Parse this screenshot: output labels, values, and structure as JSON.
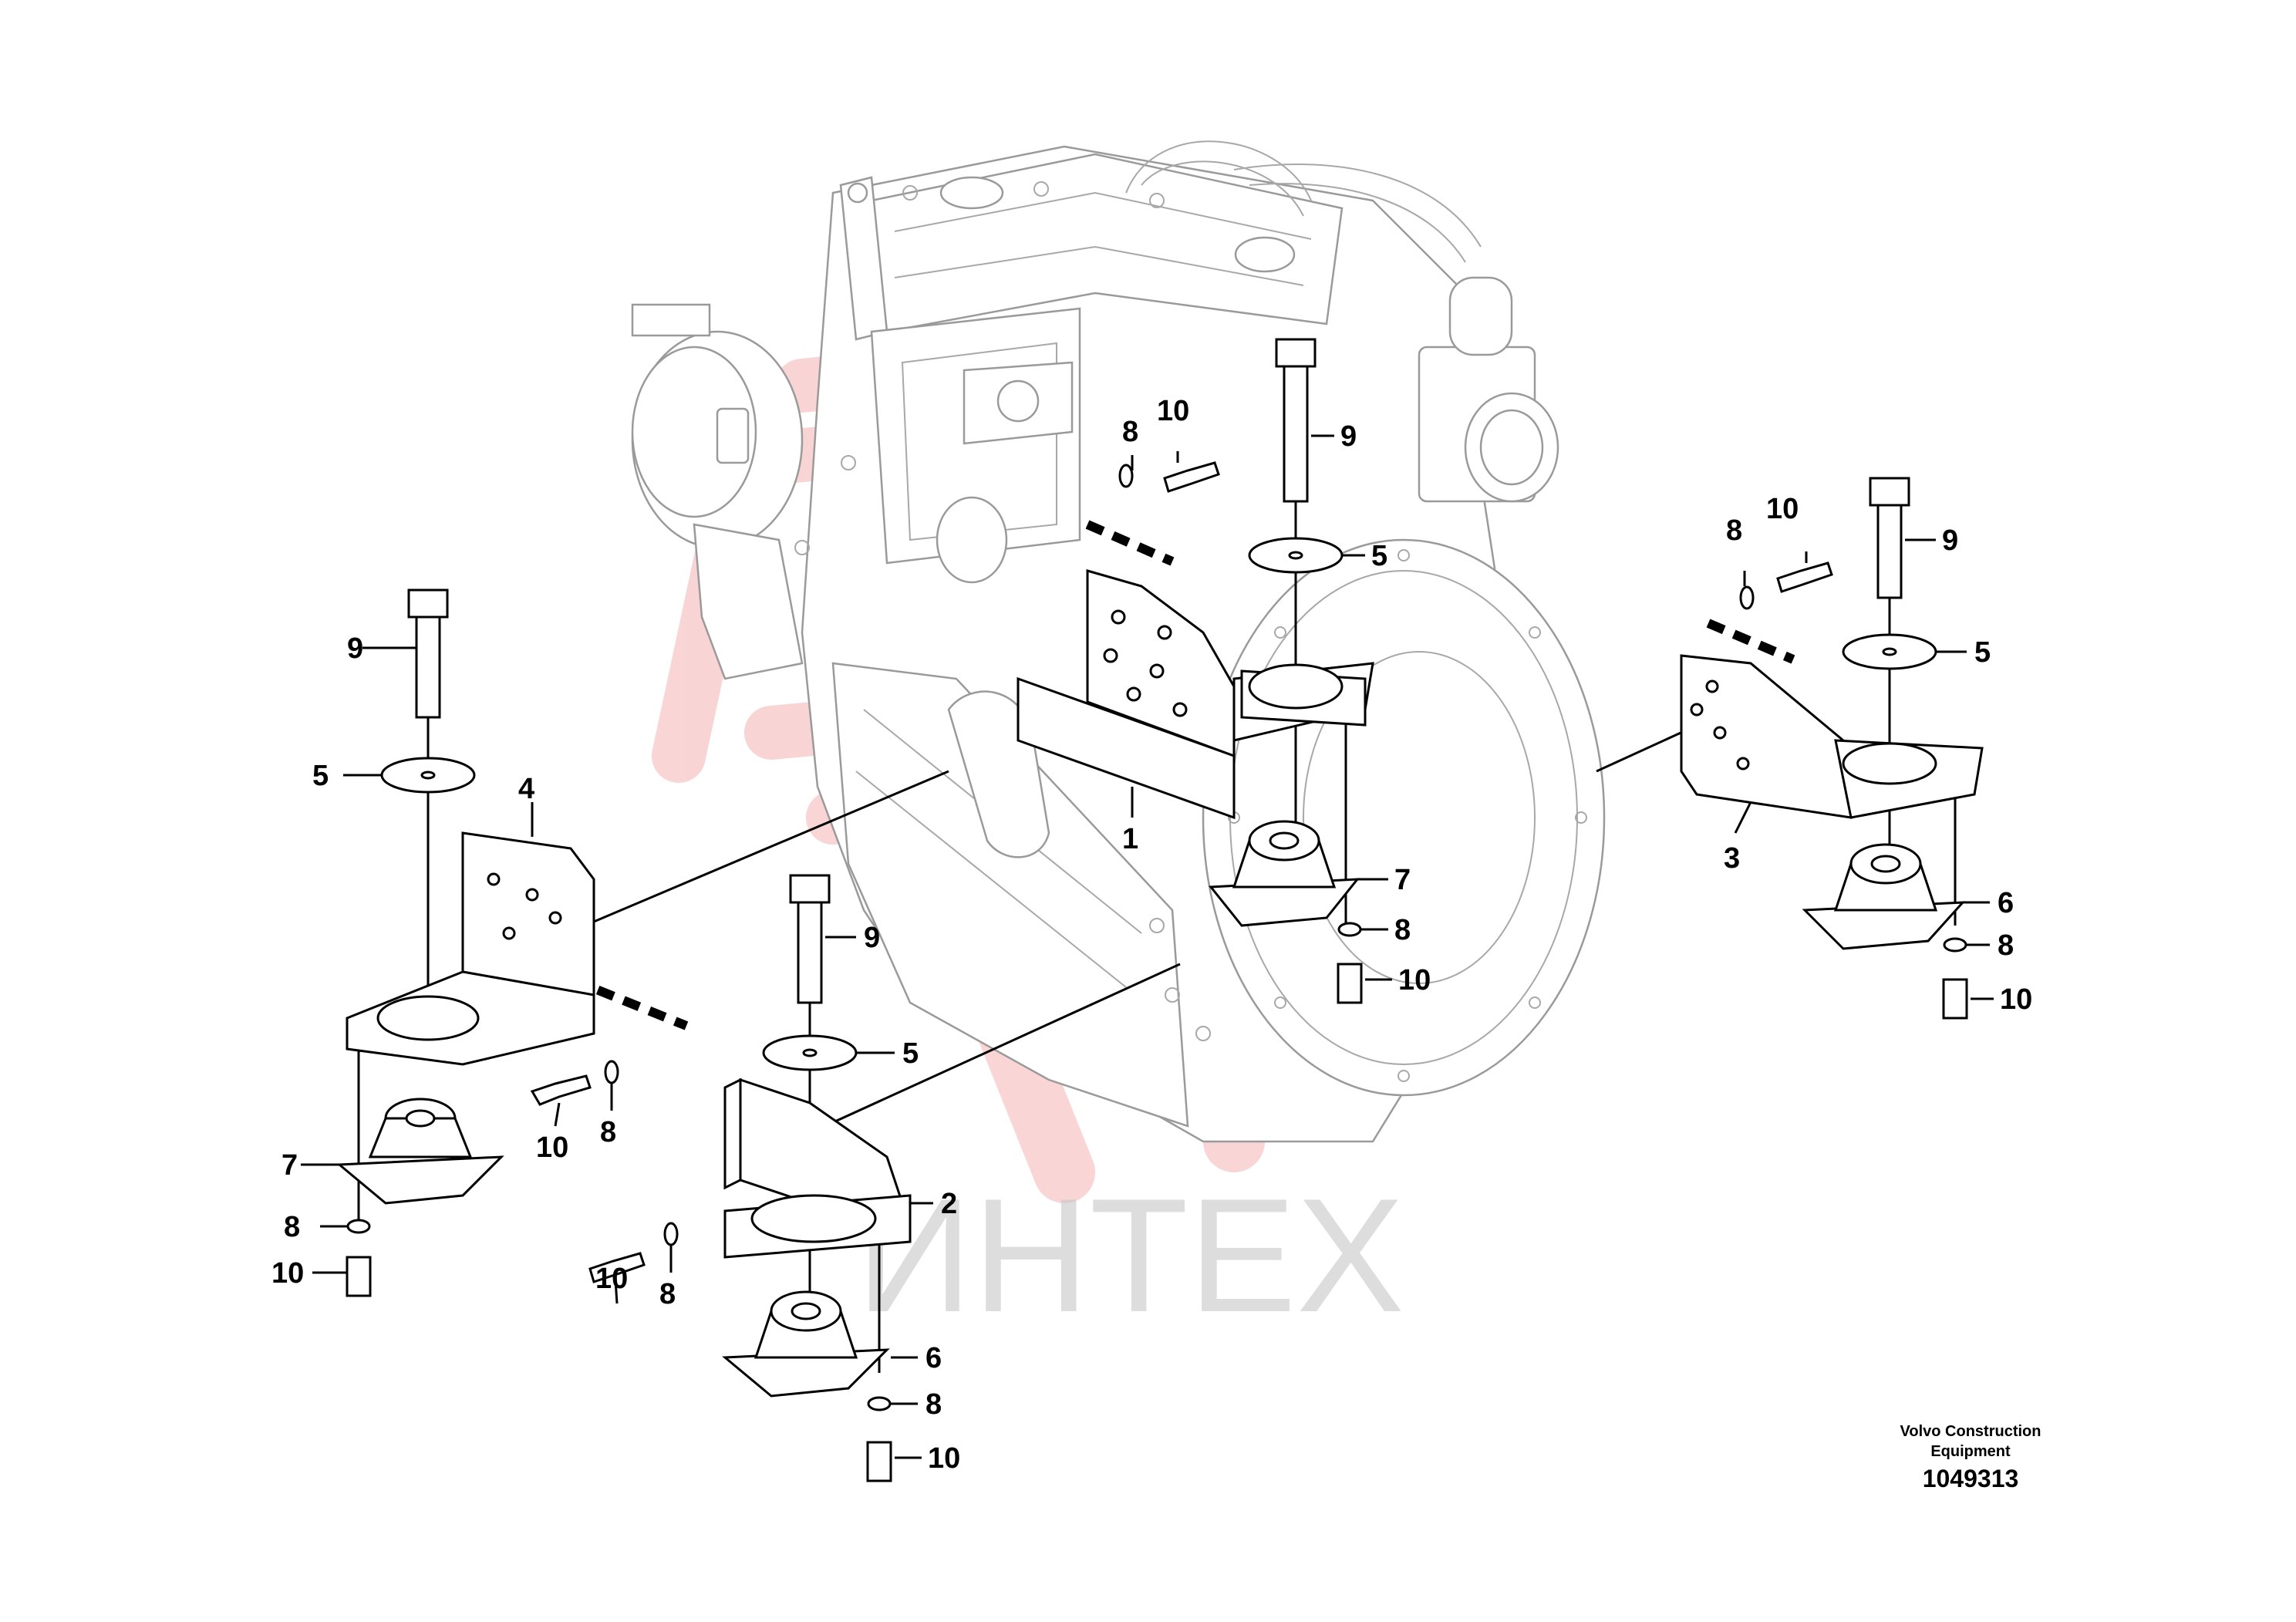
{
  "drawing": {
    "caption_line1": "Volvo Construction",
    "caption_line2": "Equipment",
    "drawing_number": "1049313",
    "watermark_text": "ИНТЕХ",
    "watermark_color": "#e83e3e",
    "line_color": "#000000",
    "engine_line_color": "#9a9a9a"
  },
  "callouts": [
    "1",
    "2",
    "3",
    "4",
    "5",
    "5",
    "5",
    "5",
    "6",
    "6",
    "7",
    "7",
    "8",
    "8",
    "8",
    "8",
    "8",
    "8",
    "8",
    "9",
    "9",
    "9",
    "9",
    "10",
    "10",
    "10",
    "10",
    "10",
    "10",
    "10"
  ]
}
